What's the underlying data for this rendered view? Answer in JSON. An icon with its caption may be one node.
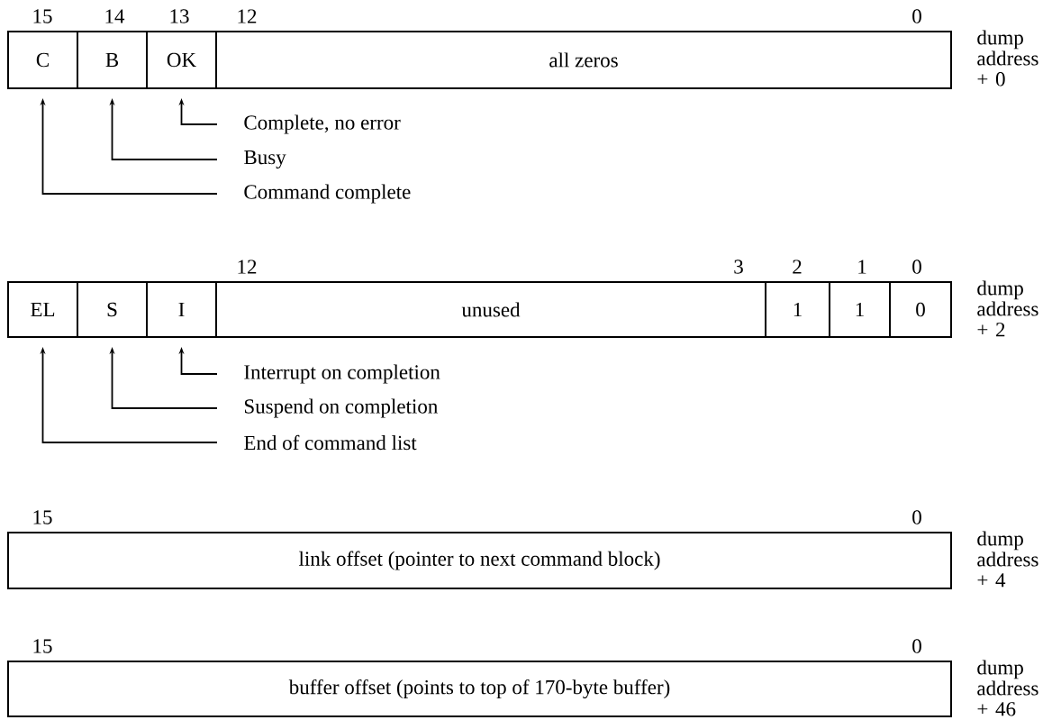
{
  "diagram": {
    "nodes": [
      {
        "text": [
          "C"
        ]
      },
      {
        "text": [
          "B"
        ]
      },
      {
        "text": [
          "OK"
        ]
      },
      {
        "text": [
          "all zeros"
        ]
      },
      {
        "text": [
          "Complete, no error"
        ]
      },
      {
        "text": [
          "Busy"
        ]
      },
      {
        "text": [
          "Command complete"
        ]
      },
      {
        "text": [
          "EL"
        ]
      },
      {
        "text": [
          "S"
        ]
      },
      {
        "text": [
          "I"
        ]
      },
      {
        "text": [
          "unused"
        ]
      },
      {
        "text": [
          "1"
        ]
      },
      {
        "text": [
          "1"
        ]
      },
      {
        "text": [
          "0"
        ]
      },
      {
        "text": [
          "Interrupt on completion"
        ]
      },
      {
        "text": [
          "Suspend on completion"
        ]
      },
      {
        "text": [
          "End of command list"
        ]
      },
      {
        "text": [
          "link offset (pointer to next command block)"
        ]
      },
      {
        "text": [
          "buffer offset (points to top of 170-byte buffer)"
        ]
      }
    ],
    "edges": [
      {
        "from": 4,
        "to": 2,
        "arrow": "to"
      },
      {
        "from": 5,
        "to": 1,
        "arrow": "to"
      },
      {
        "from": 6,
        "to": 0,
        "arrow": "to"
      },
      {
        "from": 14,
        "to": 9,
        "arrow": "to"
      },
      {
        "from": 15,
        "to": 8,
        "arrow": "to"
      },
      {
        "from": 16,
        "to": 7,
        "arrow": "to"
      }
    ],
    "labels": [
      "15",
      "14",
      "13",
      "12",
      "0",
      "dump address + 0",
      "12",
      "3",
      "2",
      "1",
      "0",
      "dump address + 2",
      "15",
      "0",
      "dump address + 4",
      "15",
      "0",
      "dump address + 46"
    ]
  }
}
